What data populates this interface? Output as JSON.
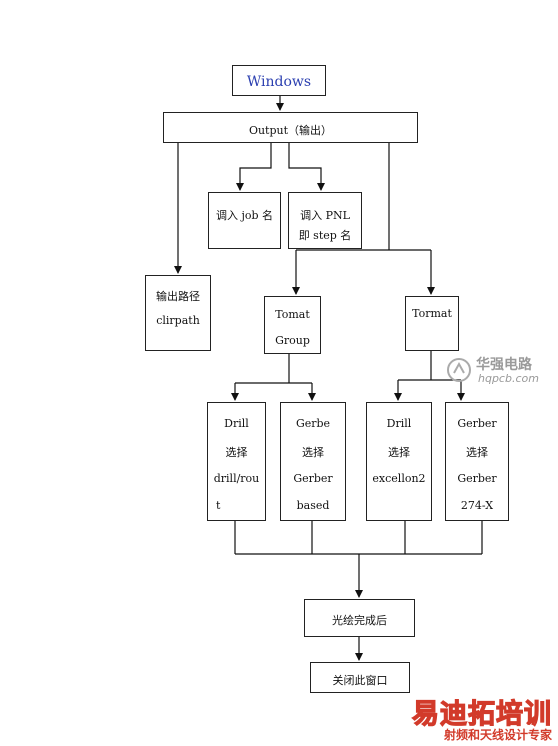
{
  "nodes": {
    "windows": {
      "lines": [
        "Windows"
      ]
    },
    "output": {
      "lines": [
        "Output（输出）"
      ]
    },
    "load_job": {
      "lines": [
        "调入 job 名"
      ]
    },
    "load_pnl": {
      "lines": [
        "调入 PNL",
        "即 step 名"
      ]
    },
    "output_path": {
      "lines": [
        "输出路径",
        "clirpath"
      ]
    },
    "format_group": {
      "lines": [
        "Tomat",
        "Group"
      ]
    },
    "format": {
      "lines": [
        "Tormat"
      ]
    },
    "drill_rout": {
      "lines": [
        "Drill",
        "选择",
        "drill/rou",
        "t"
      ]
    },
    "gerber_based": {
      "lines": [
        "Gerbe",
        "选择",
        "Gerber",
        "based"
      ]
    },
    "drill_excellon": {
      "lines": [
        "Drill",
        "选择",
        "excellon2"
      ]
    },
    "gerber_274x": {
      "lines": [
        "Gerber",
        "选择",
        "Gerber",
        "274-X"
      ]
    },
    "after_plot": {
      "lines": [
        "光绘完成后"
      ]
    },
    "close_window": {
      "lines": [
        "关闭此窗口"
      ]
    }
  },
  "watermarks": {
    "hqpcb_name": "华强电路",
    "hqpcb_url": "hqpcb.com",
    "site_name": "易迪拓培训",
    "site_sub": "射频和天线设计专家"
  },
  "colors": {
    "line": "#111111",
    "windows_text": "#2b3fb0",
    "watermark_red": "#d23a2a",
    "watermark_gray": "#9a9a9a"
  }
}
